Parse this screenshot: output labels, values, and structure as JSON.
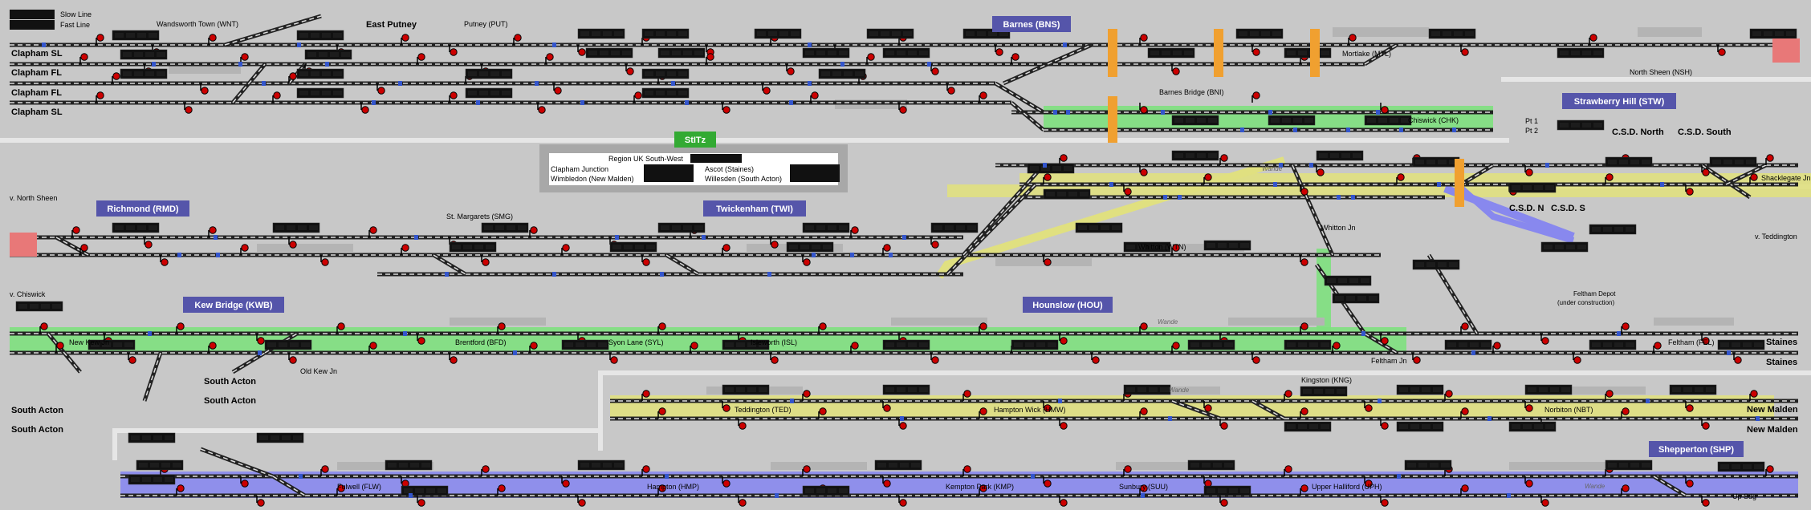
{
  "colors": {
    "background": "#c8c8c8",
    "station_header": "#5555aa",
    "lane_green": "#7ee07e",
    "lane_yellow": "#e0e080",
    "lane_blue": "#8888ee",
    "berth": "#111111",
    "signal_red": "#cc0000",
    "crossing": "#f0a030",
    "alert": "#e87878"
  },
  "key": {
    "slow_line": "Slow Line",
    "fast_line": "Fast Line"
  },
  "station_headers": {
    "barnes": "Barnes (BNS)",
    "strawberry_hill": "Strawberry Hill (STW)",
    "richmond": "Richmond (RMD)",
    "twickenham": "Twickenham (TWI)",
    "kew_bridge": "Kew Bridge (KWB)",
    "hounslow": "Hounslow (HOU)",
    "shepperton": "Shepperton (SHP)"
  },
  "stations": {
    "wandsworth_town": "Wandsworth Town (WNT)",
    "putney": "Putney (PUT)",
    "east_putney": "East Putney",
    "mortlake": "Mortlake (MTL)",
    "north_sheen": "North Sheen (NSH)",
    "barnes_bridge": "Barnes Bridge (BNI)",
    "chiswick": "Chiswick (CHK)",
    "st_margarets": "St. Margarets (SMG)",
    "whitton_jn": "Whitton Jn",
    "whitton": "Whitton (WTN)",
    "new_kew_jn": "New Kew Jn",
    "old_kew_jn": "Old Kew Jn",
    "brentford": "Brentford (BFD)",
    "syon_lane": "Syon Lane (SYL)",
    "isleworth": "Isleworth (ISL)",
    "feltham_jn": "Feltham Jn",
    "feltham": "Feltham (FEL)",
    "feltham_depot": "Feltham Depot",
    "under_construction": "(under construction)",
    "kingston": "Kingston (KNG)",
    "teddington": "Teddington (TED)",
    "hampton_wick": "Hampton Wick (HMW)",
    "norbiton": "Norbiton (NBT)",
    "fulwell": "Fulwell (FLW)",
    "hampton": "Hampton (HMP)",
    "kempton_park": "Kempton Park (KMP)",
    "sunbury": "Sunbury (SUU)",
    "upper_halliford": "Upper Halliford (UPH)",
    "shacklegate_jn": "Shacklegate Jn",
    "csd_north": "C.S.D. North",
    "csd_south": "C.S.D. South",
    "csd_n": "C.S.D. N",
    "csd_s": "C.S.D. S",
    "pt1": "Pt 1",
    "pt2": "Pt 2",
    "wande": "Wande",
    "up_sdg": "Up Sdg"
  },
  "edge_labels": {
    "clapham_sl_1": "Clapham SL",
    "clapham_fl_1": "Clapham FL",
    "clapham_fl_2": "Clapham FL",
    "clapham_sl_2": "Clapham SL",
    "v_north_sheen": "v. North Sheen",
    "v_chiswick": "v. Chiswick",
    "south_acton_1": "South Acton",
    "south_acton_2": "South Acton",
    "south_acton_3": "South Acton",
    "south_acton_4": "South Acton",
    "staines_1": "Staines",
    "staines_2": "Staines",
    "new_malden_1": "New Malden",
    "new_malden_2": "New Malden",
    "v_teddington": "v. Teddington"
  },
  "stitz": {
    "badge": "StITz",
    "region": "Region UK South-West",
    "rows": [
      {
        "left": "Clapham Junction",
        "right": "Ascot (Staines)"
      },
      {
        "left": "Wimbledon (New Malden)",
        "right": "Willesden (South Acton)"
      }
    ]
  }
}
